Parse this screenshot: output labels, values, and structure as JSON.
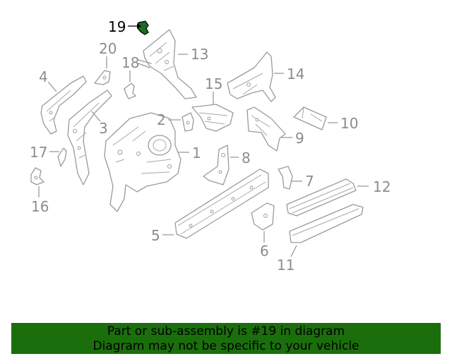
{
  "callouts": {
    "c1": "1",
    "c2": "2",
    "c3": "3",
    "c4": "4",
    "c5": "5",
    "c6": "6",
    "c7": "7",
    "c8": "8",
    "c9": "9",
    "c10": "10",
    "c11": "11",
    "c12": "12",
    "c13": "13",
    "c14": "14",
    "c15": "15",
    "c16": "16",
    "c17": "17",
    "c18": "18",
    "c19": "19",
    "c20": "20"
  },
  "highlight_callout": "19",
  "colors": {
    "banner_bg": "#1b6e0c",
    "highlight_part": "#1f6b21",
    "line_art": "#9a9a9a"
  },
  "banner": {
    "line1": "Part or sub-assembly is #19 in diagram",
    "line2": "Diagram may not be specific to your vehicle"
  }
}
